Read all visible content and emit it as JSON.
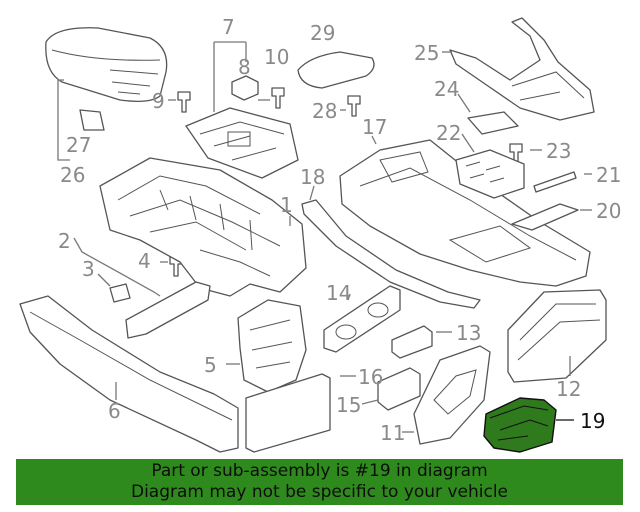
{
  "highlight_color": "#2f8a1d",
  "highlighted_part": "19",
  "callouts": [
    {
      "id": "p1",
      "label": "1"
    },
    {
      "id": "p2",
      "label": "2"
    },
    {
      "id": "p3",
      "label": "3"
    },
    {
      "id": "p4",
      "label": "4"
    },
    {
      "id": "p5",
      "label": "5"
    },
    {
      "id": "p6",
      "label": "6"
    },
    {
      "id": "p7",
      "label": "7"
    },
    {
      "id": "p8",
      "label": "8"
    },
    {
      "id": "p9",
      "label": "9"
    },
    {
      "id": "p10",
      "label": "10"
    },
    {
      "id": "p11",
      "label": "11"
    },
    {
      "id": "p12",
      "label": "12"
    },
    {
      "id": "p13",
      "label": "13"
    },
    {
      "id": "p14",
      "label": "14"
    },
    {
      "id": "p15",
      "label": "15"
    },
    {
      "id": "p16",
      "label": "16"
    },
    {
      "id": "p17",
      "label": "17"
    },
    {
      "id": "p18",
      "label": "18"
    },
    {
      "id": "p19",
      "label": "19"
    },
    {
      "id": "p20",
      "label": "20"
    },
    {
      "id": "p21",
      "label": "21"
    },
    {
      "id": "p22",
      "label": "22"
    },
    {
      "id": "p23",
      "label": "23"
    },
    {
      "id": "p24",
      "label": "24"
    },
    {
      "id": "p25",
      "label": "25"
    },
    {
      "id": "p26",
      "label": "26"
    },
    {
      "id": "p27",
      "label": "27"
    },
    {
      "id": "p28",
      "label": "28"
    },
    {
      "id": "p29",
      "label": "29"
    }
  ],
  "banner": {
    "line1": "Part or sub-assembly is #19 in diagram",
    "line2": "Diagram may not be specific to your vehicle"
  }
}
